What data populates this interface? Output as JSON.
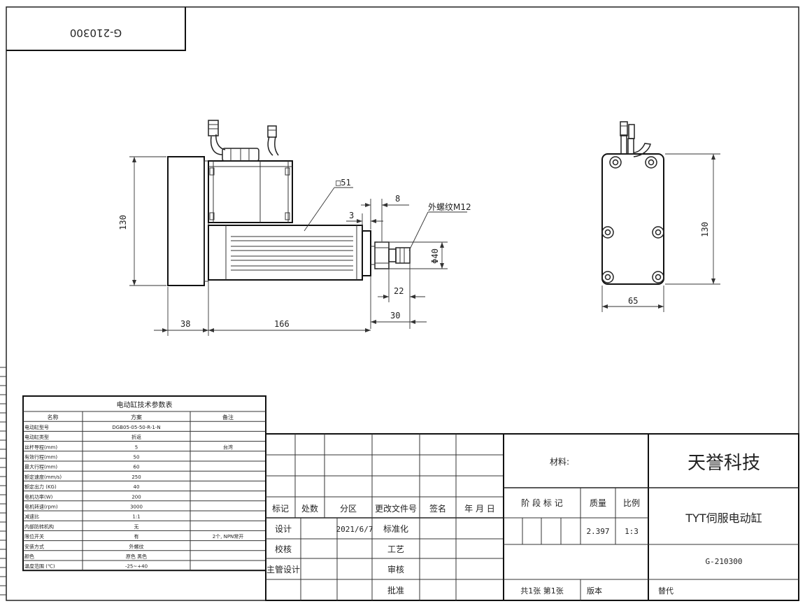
{
  "drawing_number": "G-210300",
  "dims": {
    "square": "□51",
    "d8": "8",
    "d3": "3",
    "thread": "外螺纹M12",
    "dia40": "Φ40",
    "h130": "130",
    "d22": "22",
    "d30": "30",
    "d38": "38",
    "d166": "166",
    "side_h130": "130",
    "side_w65": "65"
  },
  "params": {
    "title": "电动缸技术参数表",
    "headers": [
      "名称",
      "方案",
      "备注"
    ],
    "rows": [
      [
        "电动缸型号",
        "DGB05-05-50-R-1-N",
        ""
      ],
      [
        "电动缸类型",
        "折返",
        ""
      ],
      [
        "丝杆导程(mm)",
        "5",
        "台湾"
      ],
      [
        "有效行程(mm)",
        "50",
        ""
      ],
      [
        "最大行程(mm)",
        "60",
        ""
      ],
      [
        "额定速度(mm/s)",
        "250",
        ""
      ],
      [
        "额定出力 (KG)",
        "40",
        ""
      ],
      [
        "电机功率(W)",
        "200",
        ""
      ],
      [
        "电机转速(rpm)",
        "3000",
        ""
      ],
      [
        "减速比",
        "1:1",
        ""
      ],
      [
        "内部防转机构",
        "无",
        ""
      ],
      [
        "限位开关",
        "有",
        "2个, NPN常开"
      ],
      [
        "安装方式",
        "外螺纹",
        ""
      ],
      [
        "颜色",
        "原色 黑色",
        ""
      ],
      [
        "温度范围 (℃)",
        "-25~+40",
        ""
      ]
    ]
  },
  "titleblock": {
    "material": "材料:",
    "company": "天誉科技",
    "product": "TYT伺服电动缸",
    "mark": "标记",
    "count": "处数",
    "zone": "分区",
    "change_doc": "更改文件号",
    "sign": "签名",
    "date_label": "年 月 日",
    "stage_mark": "阶 段 标 记",
    "mass_label": "质量",
    "scale_label": "比例",
    "design": "设计",
    "design_date": "2021/6/7",
    "standardize": "标准化",
    "mass": "2.397",
    "scale": "1:3",
    "check": "校核",
    "process": "工艺",
    "drawing_no": "G-210300",
    "chief": "主管设计",
    "review": "审核",
    "approve": "批准",
    "sheets": "共1张 第1张",
    "version": "版本",
    "replace": "替代"
  }
}
